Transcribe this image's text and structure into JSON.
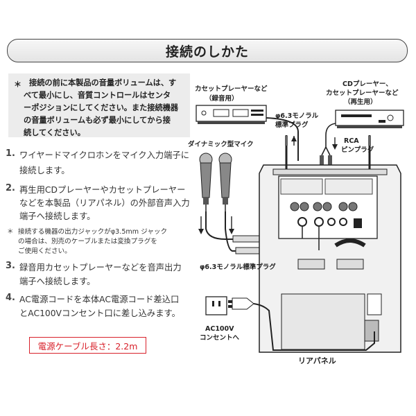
{
  "title": "接続のしかた",
  "note_box": {
    "asterisk": "＊",
    "lines": [
      "接続の前に本製品の音量ボリュームは、す",
      "べて最小にし、音質コントロールはセンタ",
      "ーポジションにしてください。また接続機器",
      "の音量ボリュームも必ず最小にしてから接",
      "続してください。"
    ]
  },
  "steps": [
    {
      "num": "1.",
      "lines": [
        "ワイヤードマイクロホンをマイク入力端子に",
        "接続します。"
      ]
    },
    {
      "num": "2.",
      "lines": [
        "再生用CDプレーヤーやカセットプレーヤー",
        "などを本製品（リアパネル）の外部音声入力",
        "端子へ接続します。"
      ]
    },
    {
      "num": "3.",
      "lines": [
        "録音用カセットプレーヤーなどを音声出力",
        "端子へ接続します。"
      ]
    },
    {
      "num": "4.",
      "lines": [
        "AC電源コードを本体AC電源コード差込口",
        "とAC100Vコンセント口に差し込みます。"
      ]
    }
  ],
  "sub_note": {
    "asterisk": "＊",
    "lines": [
      "接続する機器の出力ジャックがφ3.5mm ジャック",
      "の場合は、別売のケーブルまたは変換プラグを",
      "ご使用ください。"
    ]
  },
  "cable_length": "電源ケーブル長さ：2.2m",
  "diagram": {
    "cassette_label": [
      "カセットプレーヤーなど",
      "（録音用）"
    ],
    "cd_label": [
      "CDプレーヤー、",
      "カセットプレーヤーなど",
      "（再生用）"
    ],
    "mono_plug_label": [
      "φ6.3モノラル",
      "標準プラグ"
    ],
    "rca_label": [
      "RCA",
      "ピンプラグ"
    ],
    "dynamic_mic_label": "ダイナミック型マイク",
    "mono_plug_label_2": "φ6.3モノラル標準プラグ",
    "ac_label": [
      "AC100V",
      "コンセントへ"
    ],
    "rear_panel_label": "リアパネル"
  }
}
